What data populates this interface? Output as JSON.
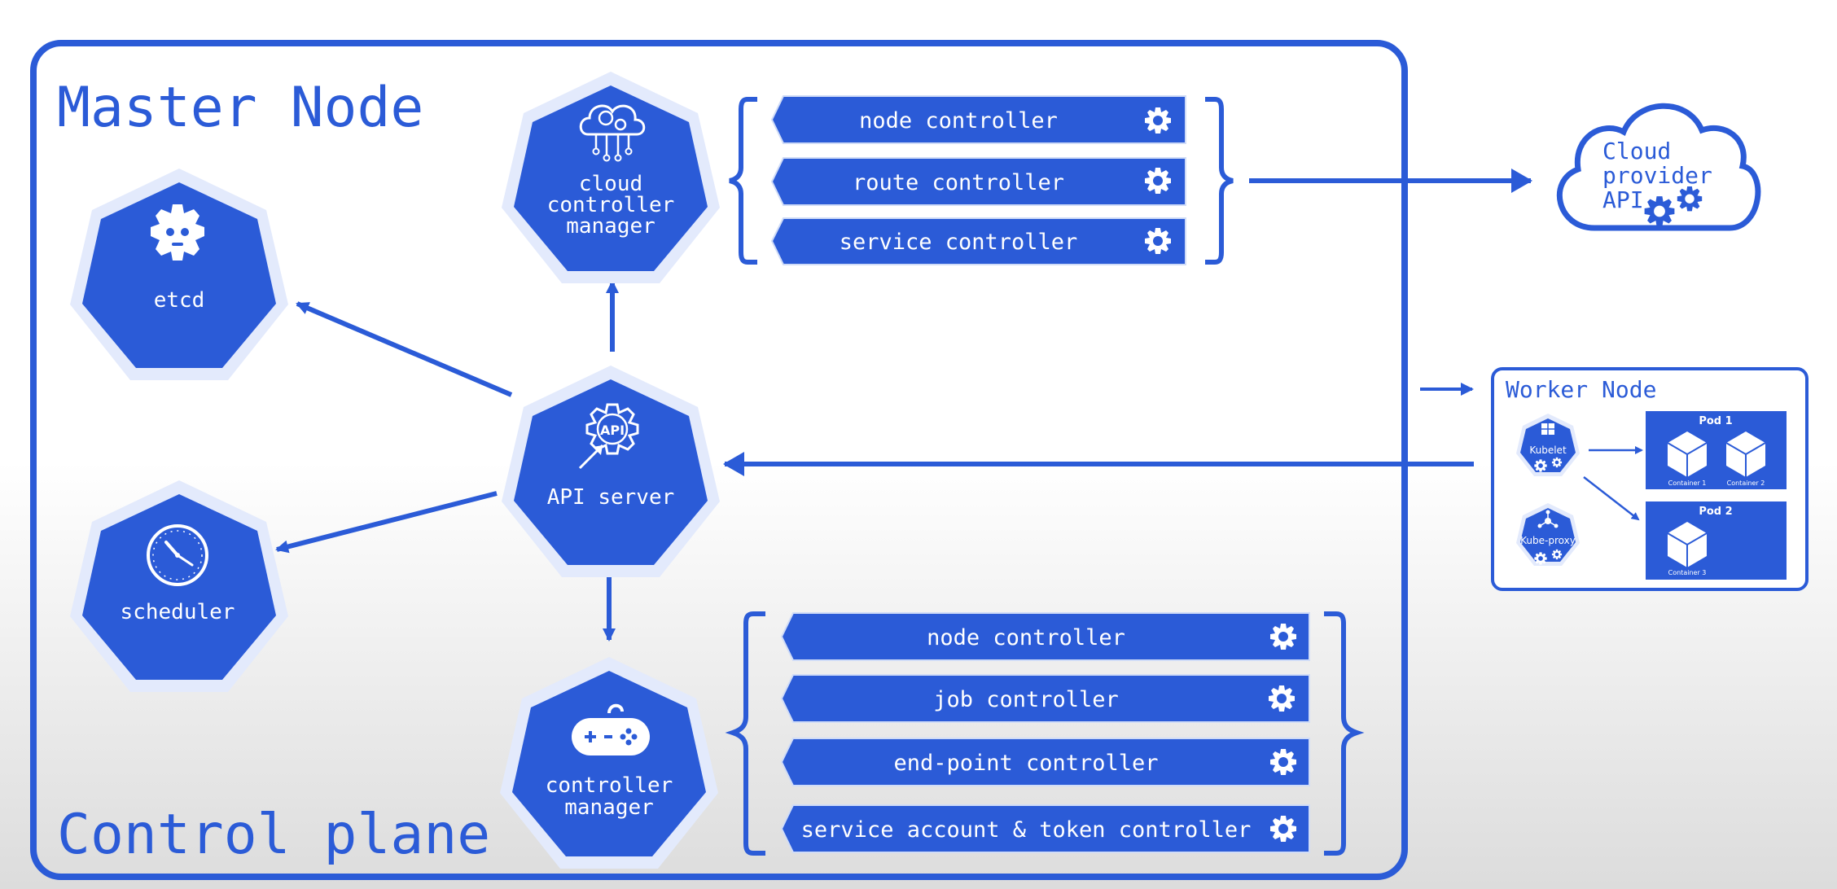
{
  "colors": {
    "accent": "#2b5bd7",
    "halo": "#e3eafc",
    "background": "#ffffff"
  },
  "control_plane": {
    "master_title": "Master Node",
    "footer_title": "Control plane",
    "components": {
      "etcd": {
        "label": "etcd",
        "icon": "robot-gear-icon"
      },
      "scheduler": {
        "label": "scheduler",
        "icon": "clock-icon"
      },
      "api_server": {
        "label": "API server",
        "icon_text": "API",
        "icon": "api-gear-icon"
      },
      "cloud_controller_manager": {
        "lines": [
          "cloud",
          "controller",
          "manager"
        ],
        "icon": "cloud-circuit-icon"
      },
      "controller_manager": {
        "lines": [
          "controller",
          "manager"
        ],
        "icon": "gamepad-icon"
      }
    },
    "cloud_controllers": [
      "node controller",
      "route controller",
      "service controller"
    ],
    "controllers": [
      "node controller",
      "job controller",
      "end-point controller",
      "service account & token controller"
    ]
  },
  "cloud_provider": {
    "lines": [
      "Cloud",
      "provider",
      "API"
    ]
  },
  "worker_node": {
    "title": "Worker Node",
    "kubelet": "Kubelet",
    "kube_proxy": "Kube-proxy",
    "pods": [
      {
        "name": "Pod 1",
        "containers": [
          "Container 1",
          "Container 2"
        ]
      },
      {
        "name": "Pod 2",
        "containers": [
          "Container 3"
        ]
      }
    ]
  }
}
